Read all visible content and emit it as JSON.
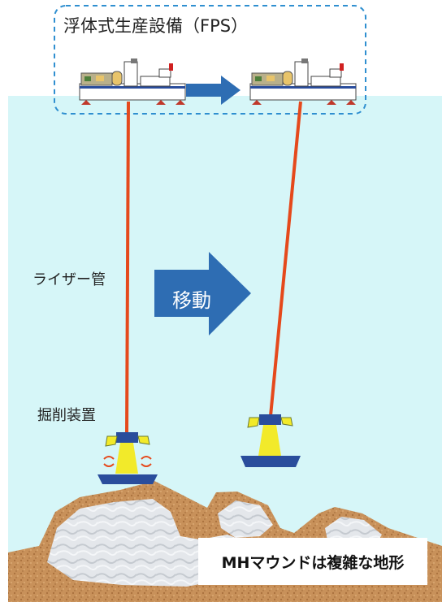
{
  "title": "浮体式生産設備（FPS）",
  "riser_label": "ライザー管",
  "drill_label": "掘削装置",
  "move_label": "移動",
  "mound_label": "MHマウンドは複雑な地形",
  "colors": {
    "sea": "#d6f6f8",
    "dashed_border": "#2f8fd0",
    "pipe": "#e5491c",
    "arrow": "#2e6db3",
    "seabed": "#c8915a",
    "hydrate": "#dfe3e8",
    "device_yellow": "#f2ea2a",
    "device_blue": "#2a4d9c"
  }
}
